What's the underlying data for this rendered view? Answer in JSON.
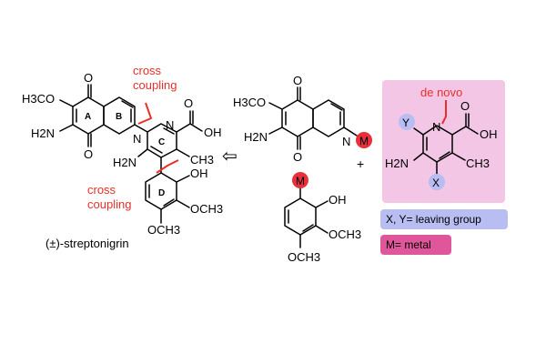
{
  "left_molecule": {
    "cross_coupling_top": [
      "cross",
      "coupling"
    ],
    "cross_coupling_bottom": [
      "cross",
      "coupling"
    ],
    "rings": [
      "A",
      "B",
      "C",
      "D"
    ],
    "groups": {
      "o_top": "O",
      "o_bottom": "O",
      "n_b": "N",
      "n_c": "N",
      "oh": "OH",
      "h2n": "H2N",
      "h3co": "H3CO",
      "oh_d": "OH",
      "och3_1": "OCH3",
      "och3_2": "OCH3",
      "ch3": "CH3",
      "h2n_c": "H2N"
    },
    "name": "(±)-streptonigrin"
  },
  "arrow_symbol": "⇦",
  "right_quinoline": {
    "o_top": "O",
    "o_bottom": "O",
    "h3co": "H3CO",
    "h2n": "H2N",
    "n": "N",
    "metal": "M"
  },
  "plus": "+",
  "pyridine_box": {
    "de_novo": "de novo",
    "y": "Y",
    "x": "X",
    "n": "N",
    "oh": "OH",
    "o": "O",
    "h2n": "H2N",
    "ch3": "CH3",
    "bg_color": "#f3c6e6"
  },
  "phenyl_fragment": {
    "metal": "M",
    "oh": "OH",
    "och3_1": "OCH3",
    "och3_2": "OCH3"
  },
  "legend": {
    "leaving_group": "X, Y= leaving group",
    "metal": "M= metal",
    "leaving_color": "#b8bdf2",
    "metal_color": "#e0569a"
  }
}
